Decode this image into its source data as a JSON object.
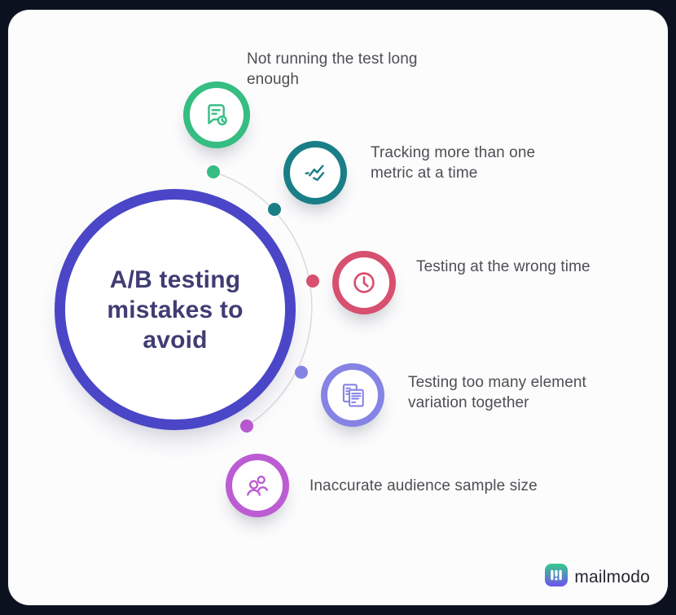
{
  "background_color": "#0c1120",
  "card_color": "#fcfcfd",
  "center": {
    "title": "A/B testing mistakes to avoid",
    "border_color": "#4a46c7",
    "text_color": "#3f3d73"
  },
  "items": [
    {
      "label": "Not running the test long enough",
      "color": "#35bd82",
      "icon": "note-clock-icon"
    },
    {
      "label": "Tracking more than one metric at a time",
      "color": "#1a7e86",
      "icon": "metric-zigzag-icon"
    },
    {
      "label": "Testing at the wrong time",
      "color": "#d8506f",
      "icon": "clock-icon"
    },
    {
      "label": "Testing too many element variation together",
      "color": "#8583e4",
      "icon": "documents-icon"
    },
    {
      "label": "Inaccurate audience sample size",
      "color": "#bc5cd3",
      "icon": "people-icon"
    }
  ],
  "connector": {
    "arc_color": "#dadadd"
  },
  "footer": {
    "brand": "mailmodo"
  }
}
